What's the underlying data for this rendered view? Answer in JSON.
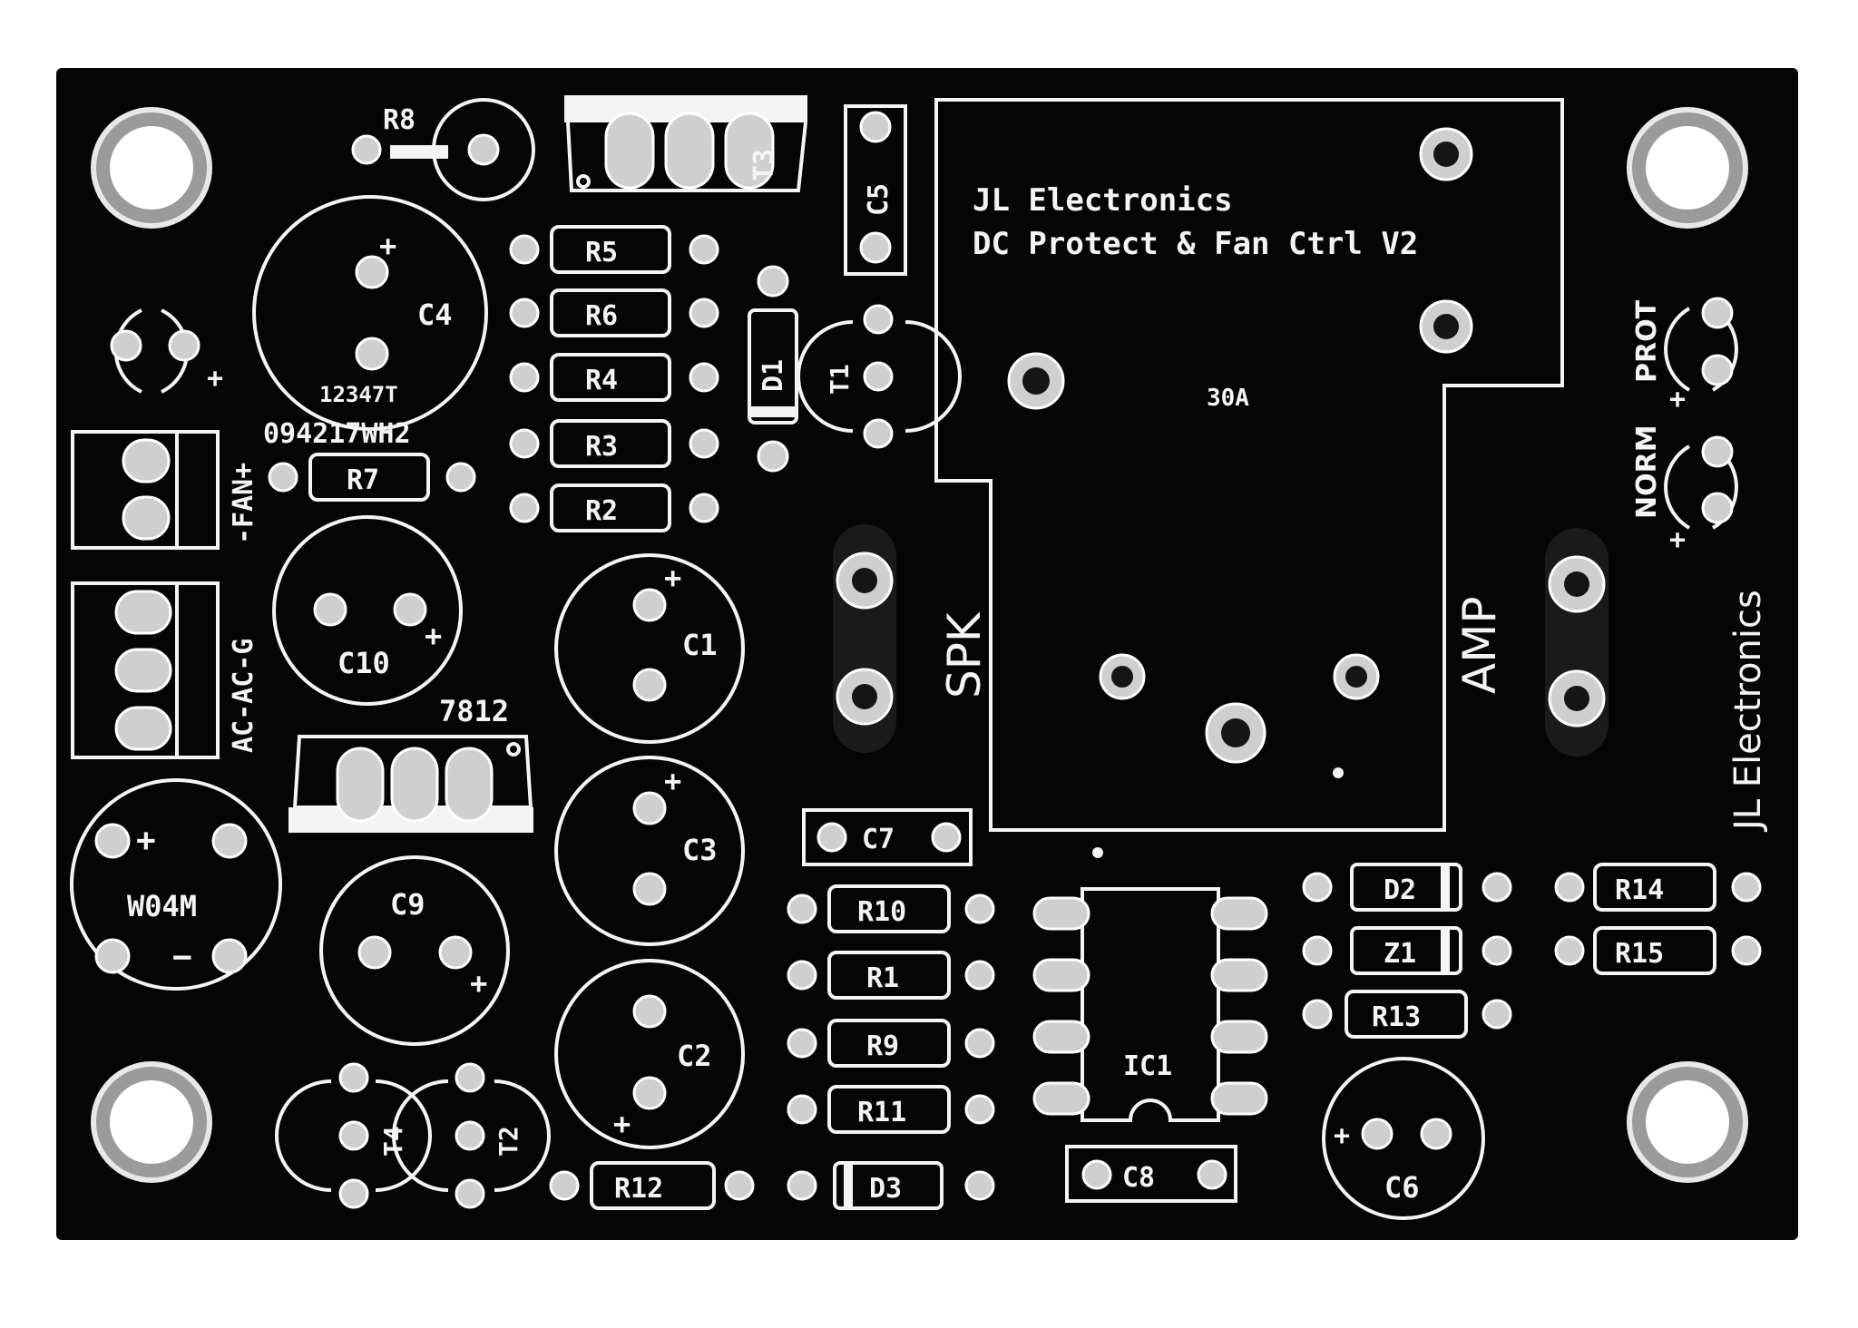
{
  "colors": {
    "board": "#050505",
    "silkscreen": "#f4f4f4",
    "pad": "#cfcfcf",
    "background": "#ffffff"
  },
  "header": {
    "line1": "JL Electronics",
    "line2": "DC Protect & Fan Ctrl V2"
  },
  "relay_rating": "30A",
  "side_brand": "JL Electronics",
  "ports": {
    "spk": "SPK",
    "amp": "AMP",
    "fan": "-FAN+",
    "ac": "AC-AC-G"
  },
  "leds": {
    "prot": "PROT",
    "norm": "NORM",
    "plus": "+"
  },
  "regulator": "7812",
  "bridge": {
    "label": "W04M",
    "plus": "+",
    "minus": "−"
  },
  "codes": {
    "c4_code": "12347T",
    "date_code": "094217WH2"
  },
  "resistors": {
    "r1": "R1",
    "r2": "R2",
    "r3": "R3",
    "r4": "R4",
    "r5": "R5",
    "r6": "R6",
    "r7": "R7",
    "r8": "R8",
    "r9": "R9",
    "r10": "R10",
    "r11": "R11",
    "r12": "R12",
    "r13": "R13",
    "r14": "R14",
    "r15": "R15"
  },
  "capacitors": {
    "c1": "C1",
    "c2": "C2",
    "c3": "C3",
    "c4": "C4",
    "c5": "C5",
    "c6": "C6",
    "c7": "C7",
    "c8": "C8",
    "c9": "C9",
    "c10": "C10"
  },
  "diodes": {
    "d1": "D1",
    "d2": "D2",
    "d3": "D3",
    "z1": "Z1"
  },
  "transistors": {
    "t1": "T1",
    "t2": "T2",
    "t3": "T3",
    "t4": "T4"
  },
  "ic": {
    "ic1": "IC1"
  },
  "polarity": {
    "plus": "+"
  }
}
